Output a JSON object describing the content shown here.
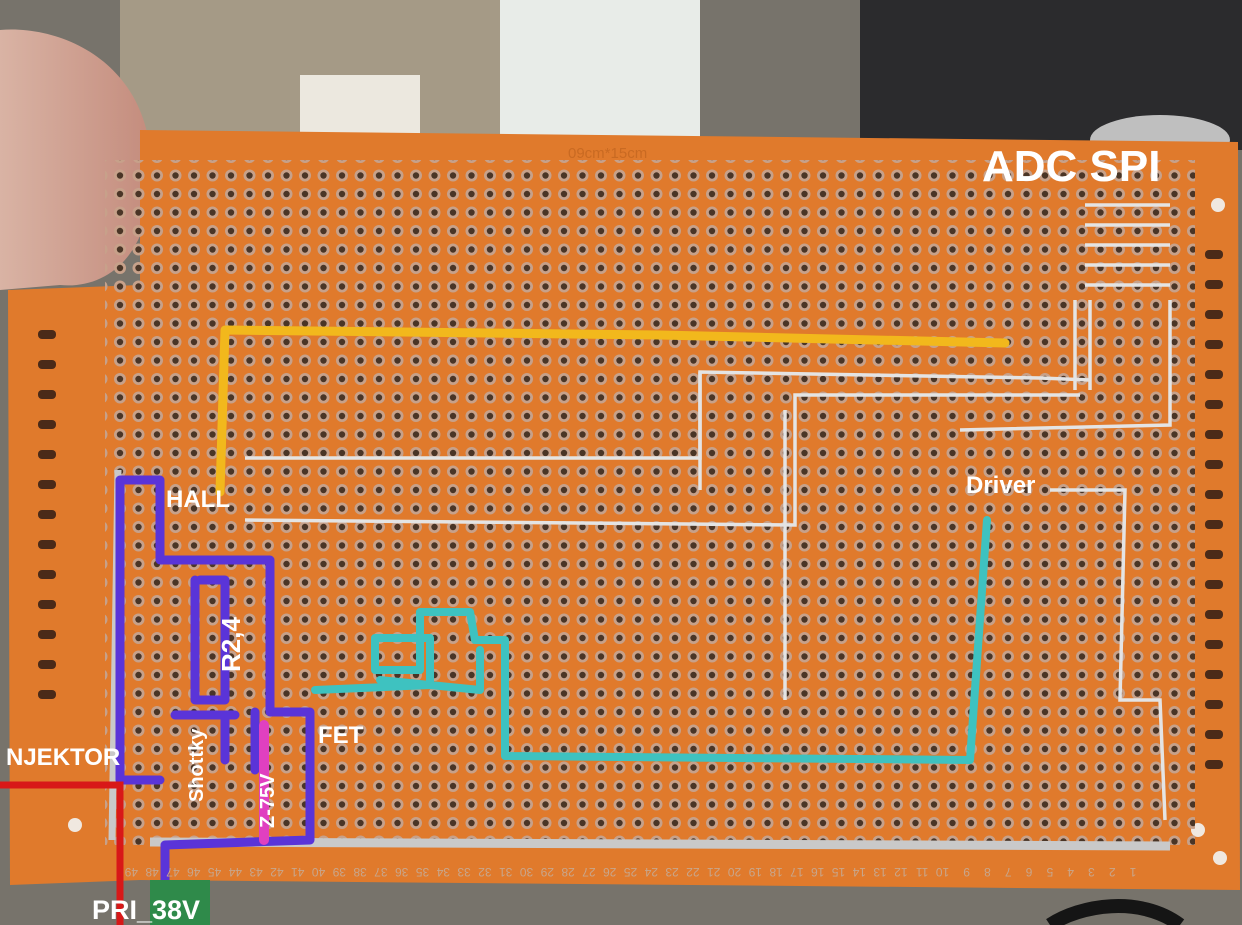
{
  "labels": {
    "title": "ADC SPI",
    "hall": "HALL",
    "driver": "Driver",
    "fet": "FET",
    "injector": "NJEKTOR",
    "supply": "PRI_38V",
    "resistor": "R2,4",
    "schottky": "Shottky",
    "zener": "Z-75V",
    "board_silkscreen": "09cm*15cm"
  },
  "colors": {
    "board": "#e07a2c",
    "copper": "#c8a68c",
    "wire_hall": "#f2b81c",
    "wire_gate": "#3ec2c0",
    "wire_power": "#5a34d8",
    "wire_injector": "#d81818",
    "zener_mark": "#e040c0",
    "annotation_text": "#ffffff"
  },
  "board_edge_numbers": [
    "49",
    "48",
    "47",
    "46",
    "45",
    "44",
    "43",
    "42",
    "41",
    "40",
    "39",
    "38",
    "37",
    "36",
    "35",
    "34",
    "33",
    "32",
    "31",
    "30",
    "29",
    "28",
    "27",
    "26",
    "25",
    "24",
    "23",
    "22",
    "21",
    "20",
    "19",
    "18",
    "17",
    "16",
    "15",
    "14",
    "13",
    "12",
    "11",
    "10",
    "9",
    "8",
    "7",
    "6",
    "5",
    "4",
    "3",
    "2",
    "1"
  ]
}
